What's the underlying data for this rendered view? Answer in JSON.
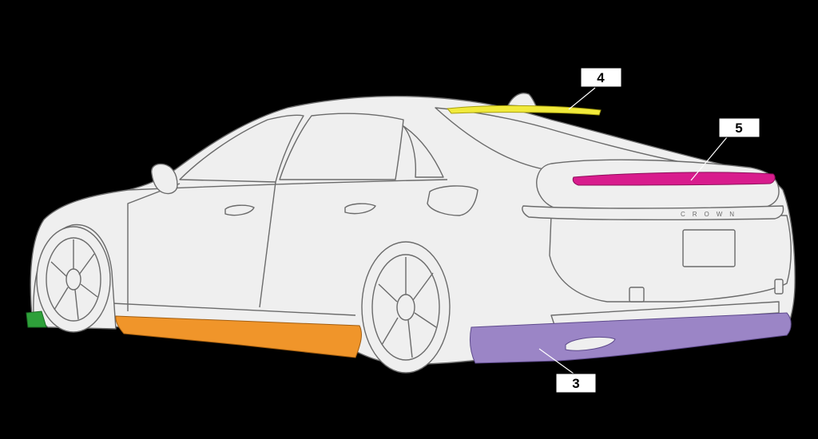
{
  "diagram": {
    "background": "#000000",
    "body_fill": "#efefef",
    "outline_color": "#6b6b6b",
    "parts": [
      {
        "id": "front-lip",
        "color": "#2ea03a"
      },
      {
        "id": "side-skirt",
        "color": "#f0952a"
      },
      {
        "id": "rear-diffuser",
        "color": "#9b85c6",
        "callout": "3"
      },
      {
        "id": "roof-spoiler",
        "color": "#f1ea3b",
        "callout": "4"
      },
      {
        "id": "trunk-spoiler",
        "color": "#d81c8d",
        "callout": "5"
      }
    ],
    "callouts": {
      "rear_diffuser": "3",
      "roof_spoiler": "4",
      "trunk_spoiler": "5"
    },
    "trunk_badge_text": "CROWN"
  }
}
